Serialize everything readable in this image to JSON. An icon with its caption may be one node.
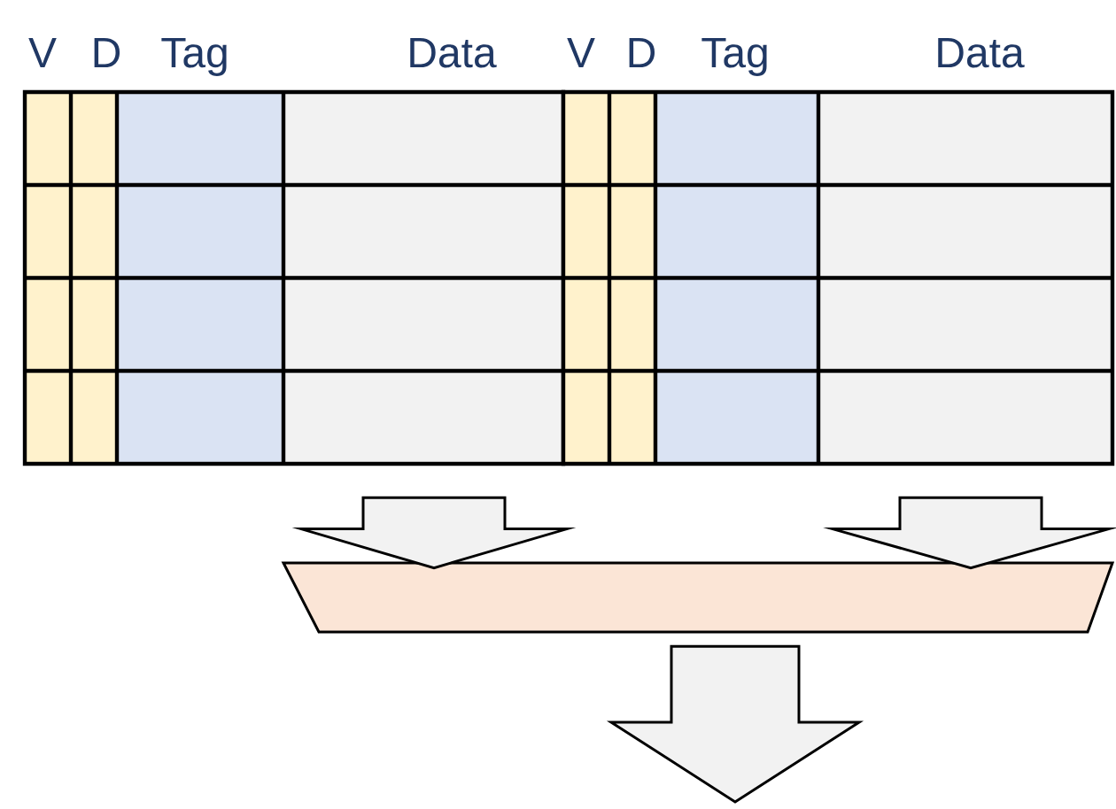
{
  "diagram": {
    "nodes": [
      {
        "text": [],
        "shape": "box"
      },
      {
        "text": [],
        "shape": "box"
      },
      {
        "text": [],
        "shape": "trapezoid"
      }
    ],
    "edges": [
      {
        "from": 0,
        "to": 2,
        "arrow": "to"
      },
      {
        "from": 1,
        "to": 2,
        "arrow": "to"
      },
      {
        "from": 2,
        "to": null,
        "arrow": "to"
      }
    ],
    "labels": [
      "V",
      "D",
      "Tag",
      "Data",
      "V",
      "D",
      "Tag",
      "Data"
    ]
  }
}
